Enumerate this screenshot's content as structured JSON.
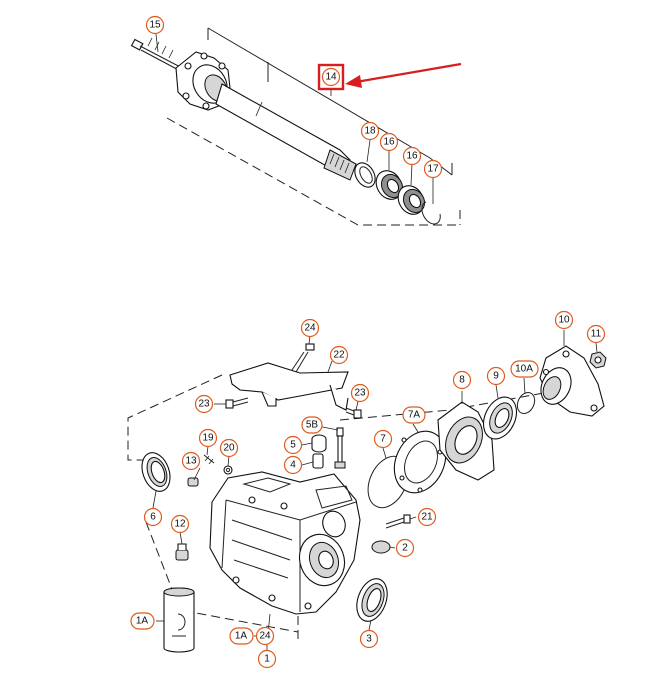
{
  "callouts": {
    "c15": "15",
    "c14": "14",
    "c18": "18",
    "c16a": "16",
    "c16b": "16",
    "c17": "17",
    "c24top": "24",
    "c22": "22",
    "c23a": "23",
    "c23b": "23",
    "c5b": "5B",
    "c19": "19",
    "c20": "20",
    "c5": "5",
    "c4": "4",
    "c13": "13",
    "c6": "6",
    "c7": "7",
    "c7a": "7A",
    "c8": "8",
    "c9": "9",
    "c10a": "10A",
    "c10": "10",
    "c11": "11",
    "c21": "21",
    "c12": "12",
    "c2": "2",
    "c1a_left": "1A",
    "c1a_mid": "1A",
    "c24bottom": "24",
    "c1": "1",
    "c3": "3"
  },
  "colors": {
    "callout_border": "#e05a1c",
    "highlight": "#d81e1e",
    "line": "#222222"
  },
  "highlight": {
    "target": "14"
  }
}
